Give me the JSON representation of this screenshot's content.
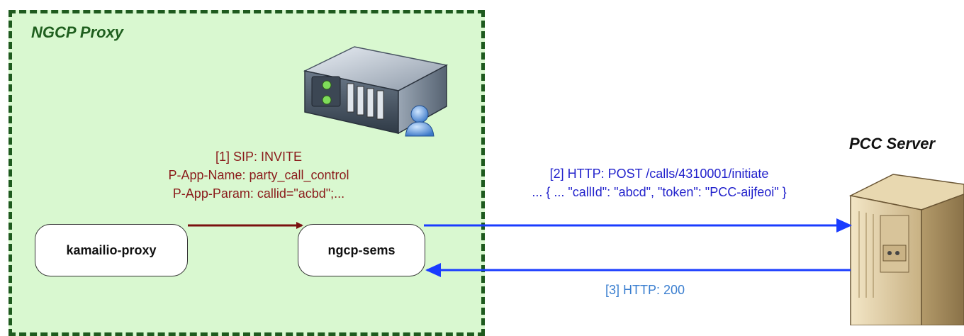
{
  "zone": {
    "title": "NGCP Proxy"
  },
  "nodes": {
    "kamailio": "kamailio-proxy",
    "sems": "ngcp-sems"
  },
  "server": {
    "title": "PCC Server"
  },
  "messages": {
    "sip": [
      "[1] SIP: INVITE",
      "P-App-Name: party_call_control",
      "P-App-Param: callid=\"acbd\";..."
    ],
    "http_post": [
      "[2] HTTP: POST /calls/4310001/initiate",
      "... { ... \"callId\": \"abcd\", \"token\": \"PCC-aijfeoi\" }"
    ],
    "http_response": "[3] HTTP: 200"
  },
  "colors": {
    "zone_fill": "#d9f8d0",
    "zone_border": "#1e5a1e",
    "sip_arrow": "#7a1010",
    "http_arrow": "#1a3cff"
  },
  "icons": {
    "proxy_server": "server-with-user-icon",
    "pcc_server": "tower-server-icon"
  }
}
